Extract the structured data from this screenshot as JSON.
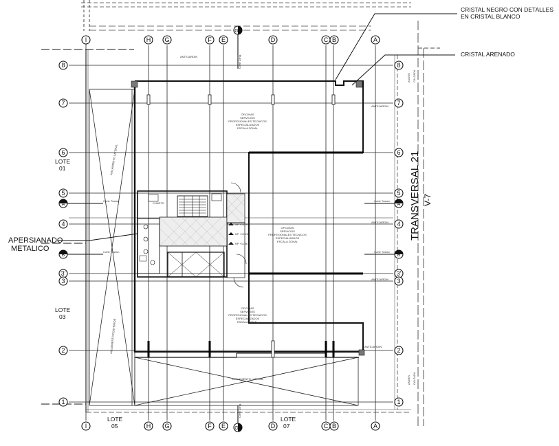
{
  "plan": {
    "callouts": {
      "cristal_negro_line1": "CRISTAL NEGRO CON DETALLES",
      "cristal_negro_line2": "EN CRISTAL BLANCO",
      "cristal_arenado": "CRISTAL ARENADO",
      "apersianado_line1": "APERSIANADO",
      "apersianado_line2": "METALICO"
    },
    "street": {
      "name": "TRANSVERSAL 21",
      "code": "V-7"
    },
    "lots": {
      "lote01_line1": "LOTE",
      "lote01_line2": "01",
      "lote03_line1": "LOTE",
      "lote03_line2": "03",
      "lote05_line1": "LOTE",
      "lote05_line2": "05",
      "lote07_line1": "LOTE",
      "lote07_line2": "07"
    },
    "room_notes": {
      "upper_1": "OFICINAS",
      "upper_2": "SERVICIOS",
      "upper_3": "PROFESIONALES TECNICOS",
      "upper_4": "ESPECIALIZADOS",
      "upper_5": "ESCALA ZONAL",
      "middle_1": "OFICINAS",
      "middle_2": "SERVICIOS",
      "middle_3": "PROFESIONALES TECNICOS",
      "middle_4": "ESPECIALIZADOS",
      "middle_5": "ESCALA ZONAL",
      "lower_1": "OFICINAS",
      "lower_2": "SERVICIOS",
      "lower_3": "PROFESIONALES TECNICOS",
      "lower_4": "ESPECIALIZADOS",
      "lower_5": "ESCALA ZONAL",
      "cuarto": "CUARTO",
      "aislamiento_lateral": "AISLAMIENTO LATERAL",
      "aislamiento_posterior": "AISLAMIENTO POSTERIOR",
      "aislamiento_lateral_bottom": "AISLAMIENTO LATERAL",
      "antejardin": "ANTEJARDIN",
      "corte_a": "Corte Transv.",
      "corte_b": "Corte Transv.",
      "corte_long": "Corte Long.",
      "anden": "ANDEN",
      "calzada": "CALZADA"
    },
    "levels": {
      "lv1": "NP +13.00",
      "lv2": "NP +12.25",
      "lv3": "NP +11.50"
    },
    "grid_columns": [
      "I",
      "H",
      "G",
      "F",
      "E",
      "D",
      "C",
      "B",
      "A"
    ],
    "grid_rows": [
      "8",
      "7",
      "6",
      "5",
      "4",
      "3'",
      "3",
      "2",
      "1"
    ],
    "section_marks": [
      "A",
      "B",
      "G"
    ]
  }
}
